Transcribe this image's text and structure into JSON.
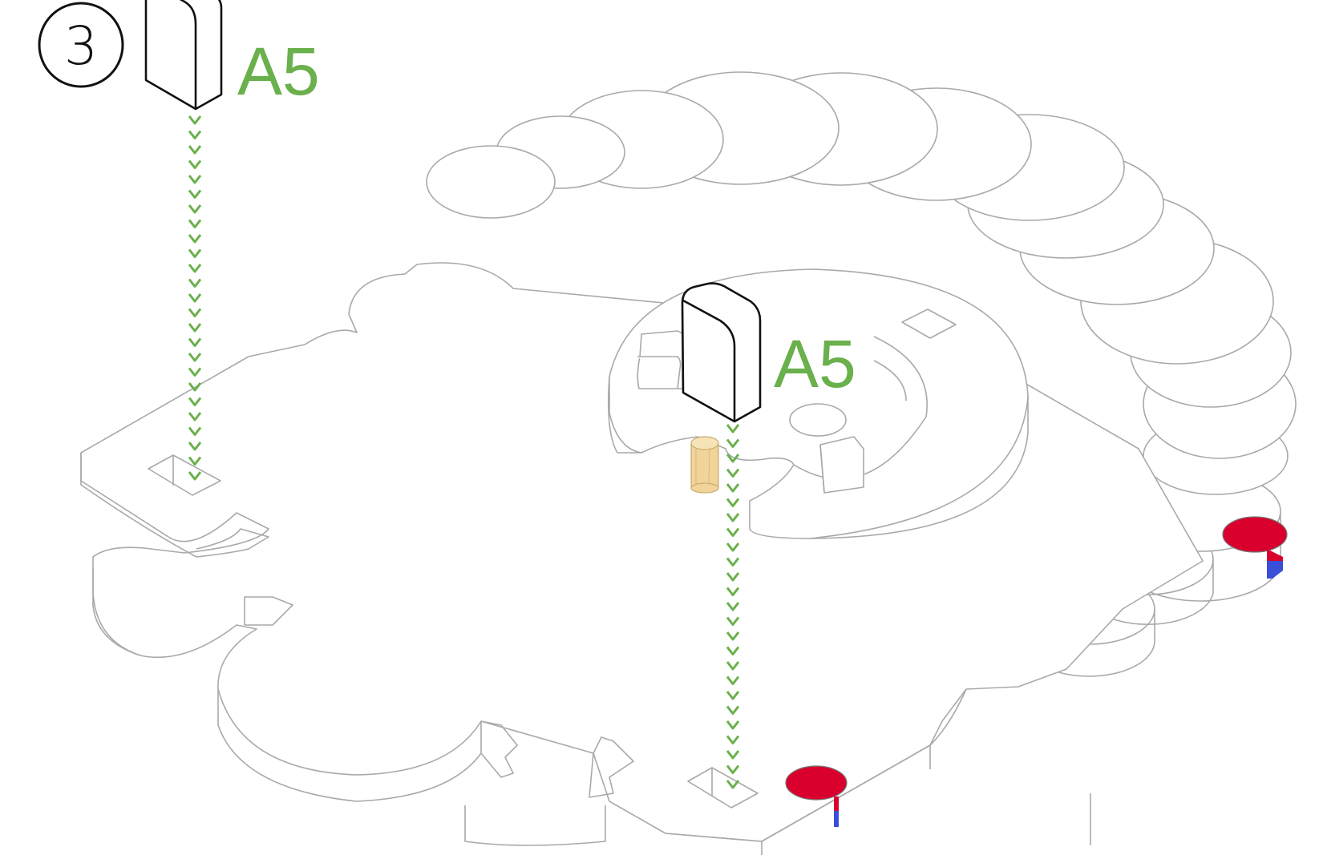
{
  "step": {
    "number": "3"
  },
  "pieces": [
    {
      "id": "A5",
      "label": "A5"
    },
    {
      "id": "A5",
      "label": "A5"
    }
  ],
  "colors": {
    "accent_green": "#6ab04c",
    "magnet_red": "#d9002e",
    "magnet_blue": "#3a4fd8",
    "peg_tan": "#f0d49a",
    "line_gray": "#a9a9a9",
    "ink": "#111111"
  },
  "icons": {
    "step_badge": "circled-number-icon",
    "insert_arrow": "dashed-chevron-arrow-icon",
    "piece": "rounded-block-icon",
    "magnet": "magnet-icon",
    "peg": "wooden-peg-icon"
  }
}
